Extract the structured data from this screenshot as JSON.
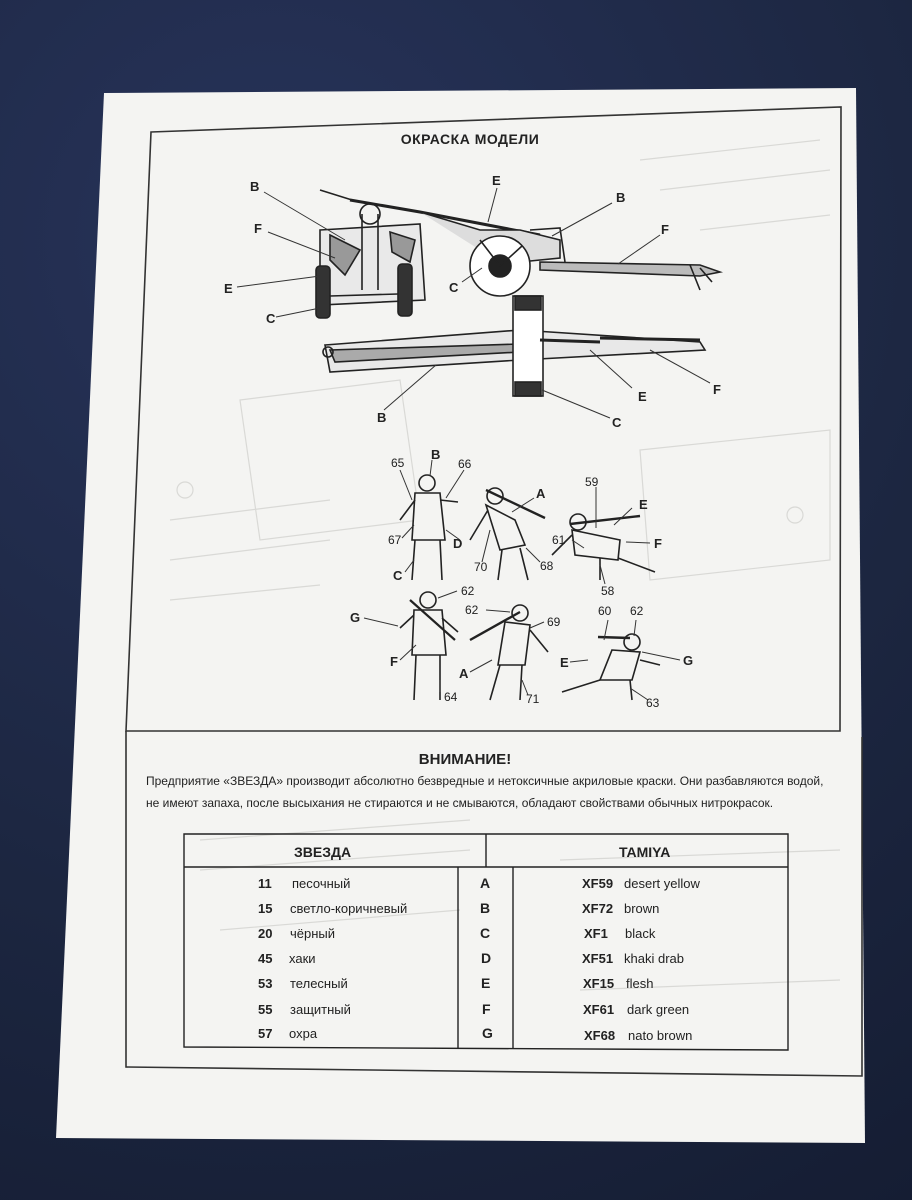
{
  "heading": "ОКРАСКА МОДЕЛИ",
  "gun_callouts": {
    "side": [
      "E",
      "B",
      "F",
      "C"
    ],
    "front": [
      "B",
      "F",
      "E",
      "C"
    ],
    "top": [
      "B",
      "E",
      "F",
      "C"
    ]
  },
  "figure_numbers": [
    "65",
    "66",
    "67",
    "70",
    "68",
    "59",
    "61",
    "58",
    "62",
    "62",
    "69",
    "60",
    "62",
    "64",
    "71",
    "63"
  ],
  "figure_letters": [
    "B",
    "A",
    "D",
    "C",
    "E",
    "F",
    "G",
    "F",
    "A",
    "E",
    "G"
  ],
  "attention": {
    "title": "ВНИМАНИЕ!",
    "text": "Предприятие «ЗВЕЗДА» производит абсолютно безвредные и нетоксичные акриловые краски. Они разбавляются водой, не имеют запаха, после высыхания не стираются и не смываются, обладают свойствами обычных нитрокрасок."
  },
  "paint_table": {
    "left_header": "ЗВЕЗДА",
    "right_header": "TAMIYA",
    "rows": [
      {
        "zv_num": "11",
        "zv_name": "песочный",
        "letter": "A",
        "tm_code": "XF59",
        "tm_name": "desert yellow"
      },
      {
        "zv_num": "15",
        "zv_name": "светло-коричневый",
        "letter": "B",
        "tm_code": "XF72",
        "tm_name": "brown"
      },
      {
        "zv_num": "20",
        "zv_name": "чёрный",
        "letter": "C",
        "tm_code": "XF1",
        "tm_name": "black"
      },
      {
        "zv_num": "45",
        "zv_name": "хаки",
        "letter": "D",
        "tm_code": "XF51",
        "tm_name": "khaki drab"
      },
      {
        "zv_num": "53",
        "zv_name": "телесный",
        "letter": "E",
        "tm_code": "XF15",
        "tm_name": "flesh"
      },
      {
        "zv_num": "55",
        "zv_name": "защитный",
        "letter": "F",
        "tm_code": "XF61",
        "tm_name": "dark green"
      },
      {
        "zv_num": "57",
        "zv_name": "охра",
        "letter": "G",
        "tm_code": "XF68",
        "tm_name": "nato brown"
      }
    ]
  }
}
